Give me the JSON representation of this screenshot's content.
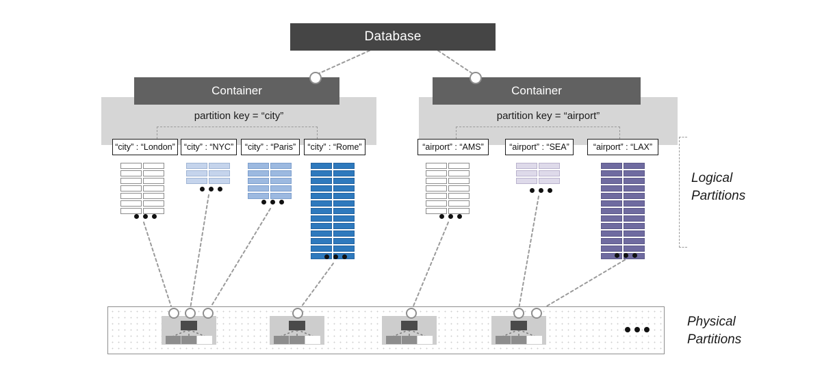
{
  "diagram": {
    "title": "Database",
    "database": {
      "label": "Database"
    },
    "containers": [
      {
        "label": "Container",
        "partition_key_caption": "partition key = “city”",
        "logical_partitions": [
          {
            "label": "“city” : “London”",
            "rows": 7,
            "fill": "#ffffff",
            "border": "#8a8a8a"
          },
          {
            "label": "“city” : “NYC”",
            "rows": 3,
            "fill": "#c5d4ec",
            "border": "#9fb4d4"
          },
          {
            "label": "“city” : “Paris”",
            "rows": 5,
            "fill": "#9cb9e0",
            "border": "#7d9fcd"
          },
          {
            "label": "“city” : “Rome”",
            "rows": 13,
            "fill": "#2e79bd",
            "border": "#2463a0"
          }
        ]
      },
      {
        "label": "Container",
        "partition_key_caption": "partition key = “airport”",
        "logical_partitions": [
          {
            "label": "“airport” : “AMS”",
            "rows": 7,
            "fill": "#ffffff",
            "border": "#8a8a8a"
          },
          {
            "label": "“airport” : “SEA”",
            "rows": 3,
            "fill": "#dedaea",
            "border": "#b9b2cd"
          },
          {
            "label": "“airport” : “LAX”",
            "rows": 13,
            "fill": "#6f6ba0",
            "border": "#5c5888"
          }
        ]
      }
    ],
    "side_labels": {
      "logical": "Logical\nPartitions",
      "logical_line1": "Logical",
      "logical_line2": "Partitions",
      "physical_line1": "Physical",
      "physical_line2": "Partitions"
    },
    "physical_partitions": {
      "count": 4,
      "overflow_indicator": "•••"
    },
    "ellipsis": "•••",
    "colors": {
      "database_box": "#454545",
      "container_box": "#616161",
      "container_backdrop": "#d6d6d6",
      "connector": "#9a9a9a",
      "physical_node_bg": "#cdcdcd",
      "physical_node_top": "#4a4a4a",
      "blue_strong": "#2e79bd",
      "purple_strong": "#6f6ba0"
    }
  }
}
